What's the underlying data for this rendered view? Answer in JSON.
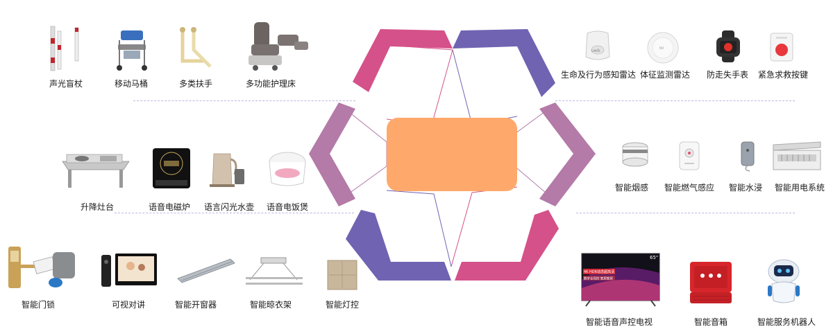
{
  "colors": {
    "pink": "#d55189",
    "purple": "#7063b2",
    "mauve": "#b47aa8",
    "center": "#fea96b",
    "dash": "#b9b7e0"
  },
  "groups": {
    "top_left": [
      {
        "label": "声光盲杖",
        "icon": "white-cane-icon"
      },
      {
        "label": "移动马桶",
        "icon": "commode-chair-icon"
      },
      {
        "label": "多类扶手",
        "icon": "grab-bar-icon"
      },
      {
        "label": "多功能护理床",
        "icon": "nursing-bed-icon"
      }
    ],
    "top_right": [
      {
        "label": "生命及行为感知雷达",
        "icon": "behavior-radar-icon"
      },
      {
        "label": "体征监测雷达",
        "icon": "vital-radar-icon"
      },
      {
        "label": "防走失手表",
        "icon": "anti-loss-watch-icon"
      },
      {
        "label": "紧急求救按键",
        "icon": "sos-button-icon"
      }
    ],
    "middle_left": [
      {
        "label": "升降灶台",
        "icon": "lifting-stove-icon"
      },
      {
        "label": "语音电磁炉",
        "icon": "induction-cooker-icon"
      },
      {
        "label": "语言闪光水壶",
        "icon": "kettle-icon"
      },
      {
        "label": "语音电饭煲",
        "icon": "rice-cooker-icon"
      }
    ],
    "middle_right": [
      {
        "label": "智能烟感",
        "icon": "smoke-sensor-icon"
      },
      {
        "label": "智能燃气感应",
        "icon": "gas-sensor-icon"
      },
      {
        "label": "智能水浸",
        "icon": "water-sensor-icon"
      },
      {
        "label": "智能用电系统",
        "icon": "power-panel-icon"
      }
    ],
    "bottom_left": [
      {
        "label": "智能门锁",
        "icon": "smart-lock-icon"
      },
      {
        "label": "可视对讲",
        "icon": "video-intercom-icon"
      },
      {
        "label": "智能开窗器",
        "icon": "window-opener-icon"
      },
      {
        "label": "智能晾衣架",
        "icon": "clothes-rack-icon"
      },
      {
        "label": "智能灯控",
        "icon": "light-switch-icon"
      }
    ],
    "bottom_right": [
      {
        "label": "智能语音声控电视",
        "icon": "smart-tv-icon"
      },
      {
        "label": "智能音箱",
        "icon": "smart-speaker-icon"
      },
      {
        "label": "智能服务机器人",
        "icon": "service-robot-icon"
      }
    ]
  },
  "tv_screen": {
    "badge": "65\"",
    "line1": "4K HDR动态超高清",
    "line2": "数字全局控 家居家居"
  }
}
